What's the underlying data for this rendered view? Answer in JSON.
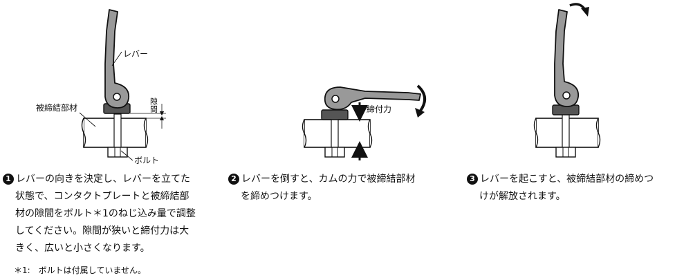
{
  "labels": {
    "lever": "レバー",
    "clamped_member": "被締結部材",
    "gap": "隙間",
    "bolt": "ボルト",
    "clamping_force": "締付力"
  },
  "steps": [
    {
      "number": "1",
      "lines": [
        "レバーの向きを決定し、レバーを立てた",
        "状態で、コンタクトプレートと被締結部",
        "材の隙間をボルト＊1のねじ込み量で調整",
        "してください。隙間が狭いと締付力は大",
        "きく、広いと小さくなります。"
      ]
    },
    {
      "number": "2",
      "lines": [
        "レバーを倒すと、カムの力で被締結部材",
        "を締めつけます。"
      ]
    },
    {
      "number": "3",
      "lines": [
        "レバーを起こすと、被締結部材の締めつ",
        "けが解放されます。"
      ]
    }
  ],
  "footnote": "＊1:　ボルトは付属していません。",
  "colors": {
    "metal": "#999999",
    "outline": "#111111",
    "background": "#ffffff"
  }
}
